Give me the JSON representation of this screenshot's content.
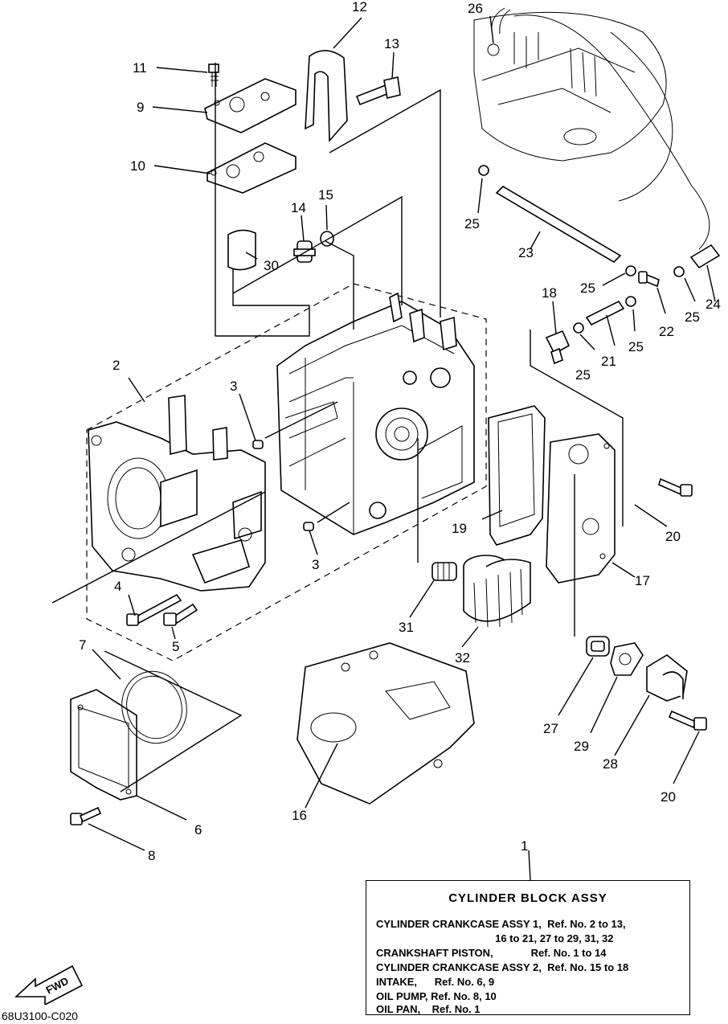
{
  "callouts": {
    "n1": "1",
    "n2": "2",
    "n3a": "3",
    "n3b": "3",
    "n4": "4",
    "n5": "5",
    "n6": "6",
    "n7": "7",
    "n8": "8",
    "n9": "9",
    "n10": "10",
    "n11": "11",
    "n12": "12",
    "n13": "13",
    "n14": "14",
    "n15": "15",
    "n16": "16",
    "n17": "17",
    "n18": "18",
    "n19": "19",
    "n20a": "20",
    "n20b": "20",
    "n21": "21",
    "n22": "22",
    "n23": "23",
    "n24": "24",
    "n25a": "25",
    "n25b": "25",
    "n25c": "25",
    "n25d": "25",
    "n25e": "25",
    "n26": "26",
    "n27": "27",
    "n28": "28",
    "n29": "29",
    "n30": "30",
    "n31": "31",
    "n32": "32"
  },
  "legend": {
    "title": "CYLINDER  BLOCK ASSY",
    "lines": [
      "CYLINDER CRANKCASE ASSY 1,  Ref. No. 2 to 13,",
      "                                         16 to 21, 27 to 29, 31, 32",
      "CRANKSHAFT PISTON,             Ref. No. 1 to 14",
      "CYLINDER CRANKCASE ASSY 2,  Ref. No. 15 to 18",
      "INTAKE,      Ref. No. 6, 9",
      "OIL PUMP, Ref. No. 8, 10",
      "OIL PAN,    Ref. No. 1"
    ]
  },
  "fwd_label": "FWD",
  "drawing_code": "68U3100-C020",
  "icons": {
    "fwd": "fwd-arrow-icon"
  }
}
